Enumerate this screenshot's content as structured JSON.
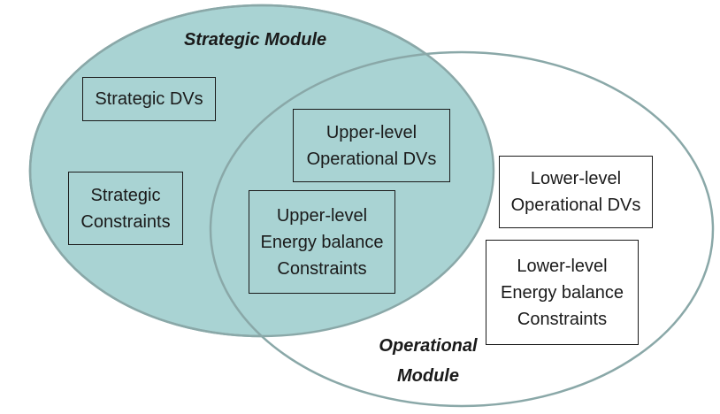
{
  "colors": {
    "strategic_fill": "#a9d3d3",
    "ellipse_stroke": "#8aa8a8",
    "box_border": "#1a1a1a",
    "text": "#1a1a1a"
  },
  "modules": {
    "strategic": {
      "title": "Strategic Module"
    },
    "operational": {
      "title_line1": "Operational",
      "title_line2": "Module"
    }
  },
  "boxes": {
    "strategic_dvs": {
      "line1": "Strategic DVs"
    },
    "strategic_constraints": {
      "line1": "Strategic",
      "line2": "Constraints"
    },
    "upper_operational_dvs": {
      "line1": "Upper-level",
      "line2": "Operational DVs"
    },
    "upper_energy_balance": {
      "line1": "Upper-level",
      "line2": "Energy balance",
      "line3": "Constraints"
    },
    "lower_operational_dvs": {
      "line1": "Lower-level",
      "line2": "Operational DVs"
    },
    "lower_energy_balance": {
      "line1": "Lower-level",
      "line2": "Energy balance",
      "line3": "Constraints"
    }
  }
}
